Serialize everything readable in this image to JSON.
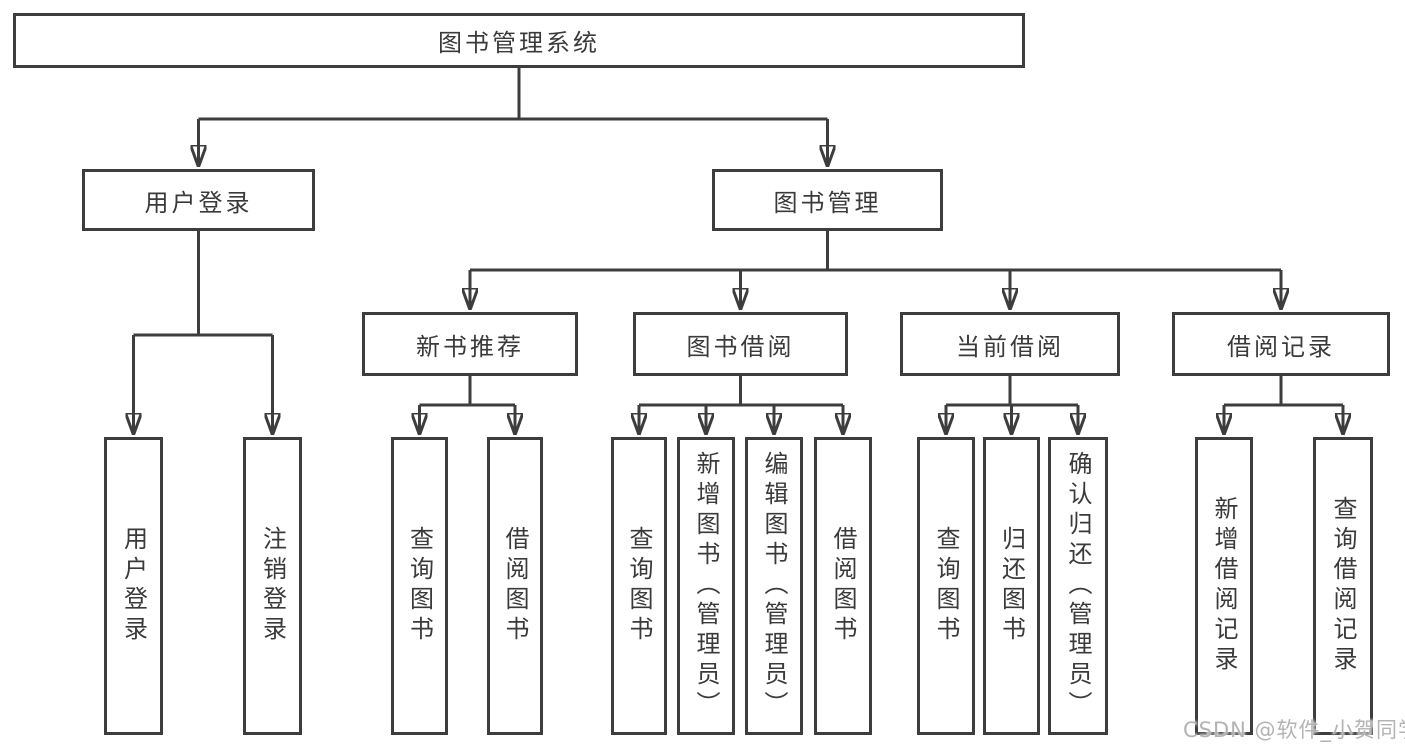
{
  "tree": {
    "root": {
      "label": "图书管理系统"
    },
    "branches": [
      {
        "label": "用户登录",
        "children": [
          {
            "label": "用户登录"
          },
          {
            "label": "注销登录"
          }
        ]
      },
      {
        "label": "图书管理",
        "children": [
          {
            "label": "新书推荐",
            "children": [
              {
                "label": "查询图书"
              },
              {
                "label": "借阅图书"
              }
            ]
          },
          {
            "label": "图书借阅",
            "children": [
              {
                "label": "查询图书"
              },
              {
                "label": "新增图书（管理员）"
              },
              {
                "label": "编辑图书（管理员）"
              },
              {
                "label": "借阅图书"
              }
            ]
          },
          {
            "label": "当前借阅",
            "children": [
              {
                "label": "查询图书"
              },
              {
                "label": "归还图书"
              },
              {
                "label": "确认归还（管理员）"
              }
            ]
          },
          {
            "label": "借阅记录",
            "children": [
              {
                "label": "新增借阅记录"
              },
              {
                "label": "查询借阅记录"
              }
            ]
          }
        ]
      }
    ]
  },
  "watermark": {
    "text": "CSDN @软件_小贺同学"
  },
  "colors": {
    "line": "#3d3d3d",
    "text": "#3a3a3a",
    "watermark": "#b3b3b3",
    "background": "#ffffff"
  }
}
